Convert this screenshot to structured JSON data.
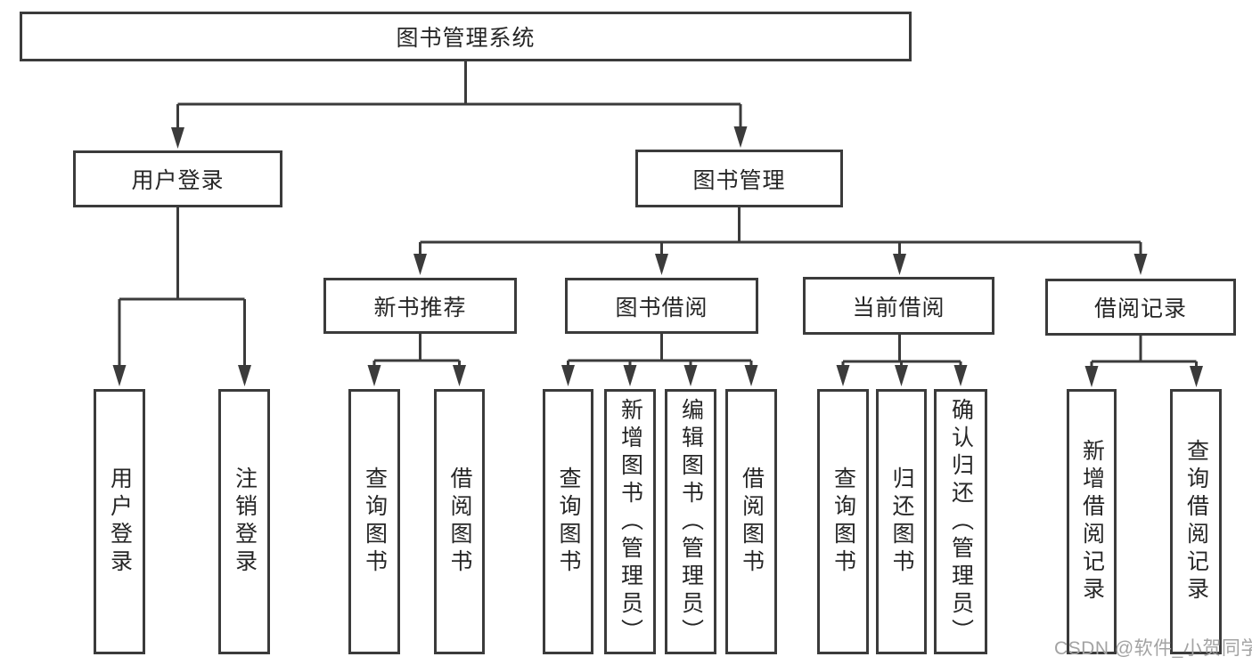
{
  "diagram": {
    "root": {
      "label": "图书管理系统"
    },
    "level2": [
      {
        "label": "用户登录"
      },
      {
        "label": "图书管理"
      }
    ],
    "level3": [
      {
        "label": "新书推荐"
      },
      {
        "label": "图书借阅"
      },
      {
        "label": "当前借阅"
      },
      {
        "label": "借阅记录"
      }
    ],
    "leaves": {
      "login": [
        {
          "label": "用户登录"
        },
        {
          "label": "注销登录"
        }
      ],
      "newbook": [
        {
          "label": "查询图书"
        },
        {
          "label": "借阅图书"
        }
      ],
      "borrow": [
        {
          "label": "查询图书"
        },
        {
          "label": "新增图书（管理员）"
        },
        {
          "label": "编辑图书（管理员）"
        },
        {
          "label": "借阅图书"
        }
      ],
      "current": [
        {
          "label": "查询图书"
        },
        {
          "label": "归还图书"
        },
        {
          "label": "确认归还（管理员）"
        }
      ],
      "records": [
        {
          "label": "新增借阅记录"
        },
        {
          "label": "查询借阅记录"
        }
      ]
    }
  },
  "watermark": {
    "text": "CSDN @软件_小贺同学"
  },
  "colors": {
    "line": "#3b3b3b",
    "text": "#262626",
    "watermark": "#a3a3a3",
    "background": "#ffffff"
  }
}
